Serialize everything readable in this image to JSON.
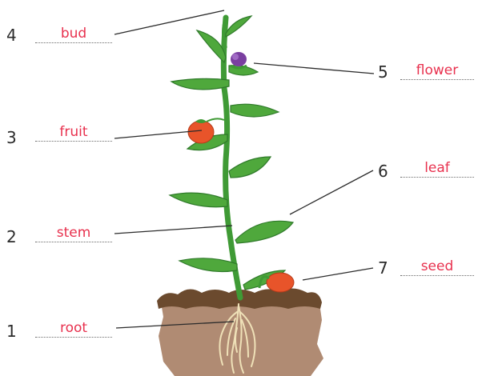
{
  "labels": [
    {
      "number": "4",
      "answer": "bud"
    },
    {
      "number": "5",
      "answer": "flower"
    },
    {
      "number": "3",
      "answer": "fruit"
    },
    {
      "number": "6",
      "answer": "leaf"
    },
    {
      "number": "2",
      "answer": "stem"
    },
    {
      "number": "7",
      "answer": "seed"
    },
    {
      "number": "1",
      "answer": "root"
    }
  ],
  "colors": {
    "answer_text": "#e8314e",
    "number_text": "#2b2b2b",
    "leaf": "#4fa83c",
    "leaf_dark": "#2f7a2a",
    "stem": "#3f9a35",
    "fruit": "#e8542a",
    "flower": "#7a3fa0",
    "soil_top": "#6b4a2e",
    "soil_body": "#b08b73",
    "root": "#efe1b8",
    "leader_line": "#2b2b2b"
  }
}
